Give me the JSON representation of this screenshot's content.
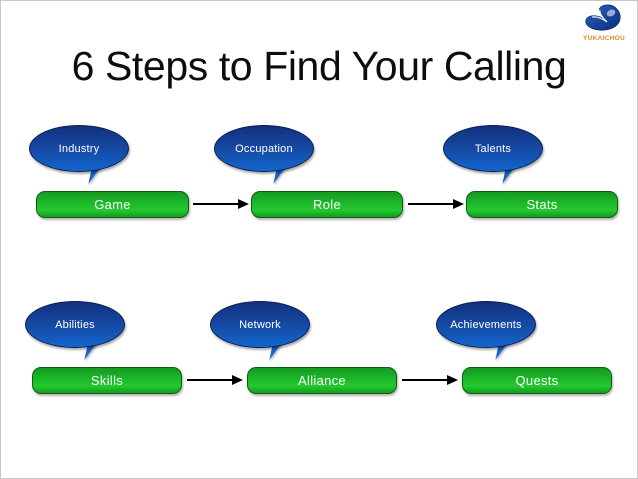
{
  "slide": {
    "title": "6 Steps to Find Your Calling",
    "background_color": "#ffffff",
    "border_color": "#c9c9c9"
  },
  "logo": {
    "wordmark": "YUKAICHOU",
    "mark_color": "#1a4fa0",
    "word_color": "#e08b2a"
  },
  "colors": {
    "bubble_top": "#12307e",
    "bubble_bottom": "#1266ce",
    "bar_top": "#149a20",
    "bar_mid": "#23c92f",
    "bar_bottom": "#159a21",
    "text_on_shape": "#ffffff",
    "arrow": "#000000"
  },
  "rows": [
    {
      "name": "row-1",
      "steps": [
        {
          "bubble": "Industry",
          "bar": "Game"
        },
        {
          "bubble": "Occupation",
          "bar": "Role"
        },
        {
          "bubble": "Talents",
          "bar": "Stats"
        }
      ],
      "arrows": [
        "arrow-game-to-role",
        "arrow-role-to-stats"
      ]
    },
    {
      "name": "row-2",
      "steps": [
        {
          "bubble": "Abilities",
          "bar": "Skills"
        },
        {
          "bubble": "Network",
          "bar": "Alliance"
        },
        {
          "bubble": "Achievements",
          "bar": "Quests"
        }
      ],
      "arrows": [
        "arrow-skills-to-alliance",
        "arrow-alliance-to-quests"
      ]
    }
  ]
}
